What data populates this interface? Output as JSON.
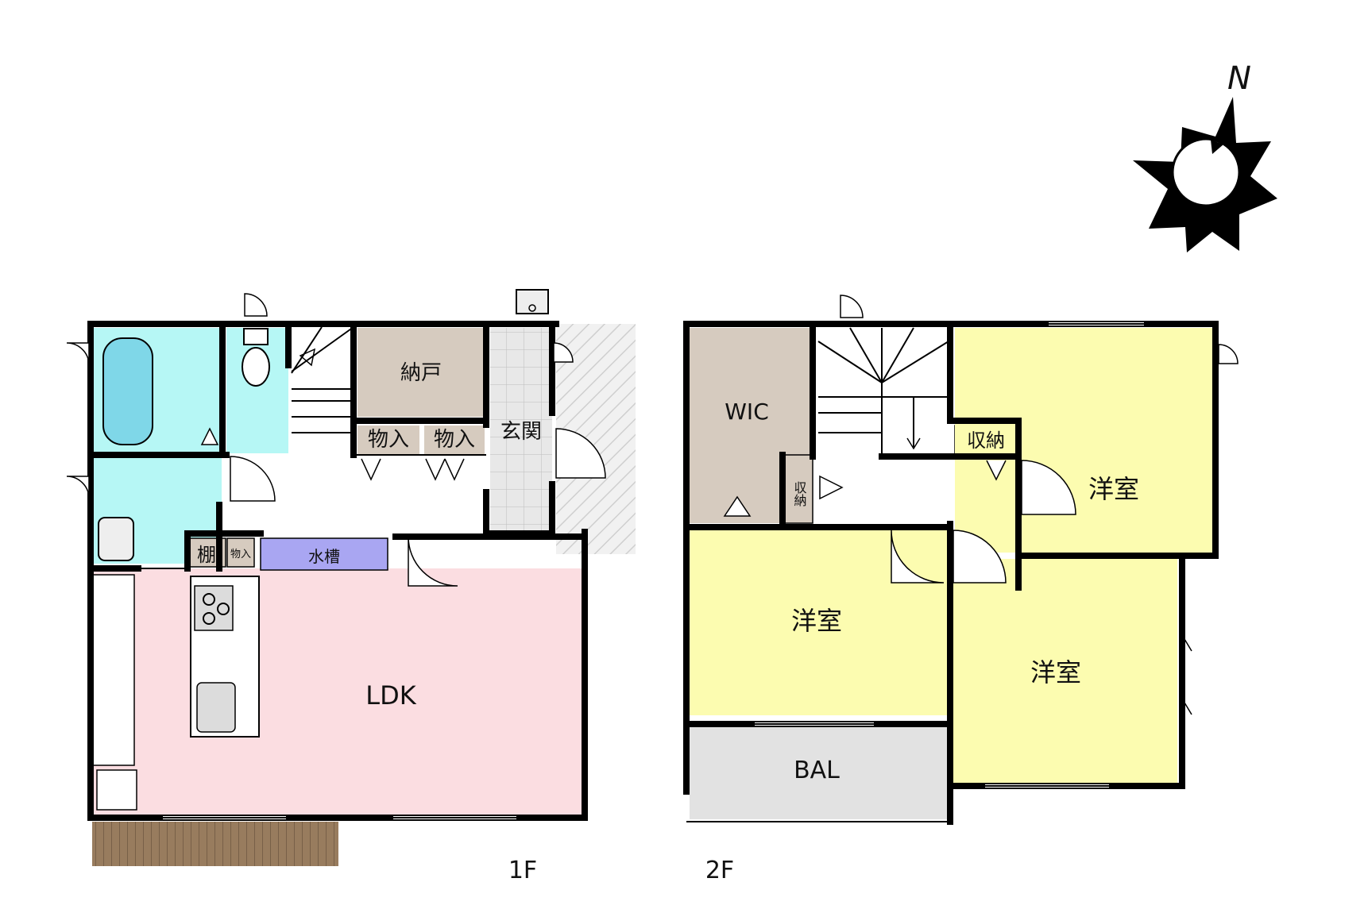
{
  "colors": {
    "bath": "#b6f7f5",
    "storage": "#d6cbbf",
    "ldk": "#fbdde1",
    "bedroom": "#fcfcb0",
    "balcony": "#e2e2e2",
    "genkan": "#e6e6e6",
    "tank": "#a9a6f2",
    "deck": "#987c5e",
    "wall": "#000000"
  },
  "compass": {
    "label": "N",
    "icon": "north-compass-sun-icon"
  },
  "floors": [
    {
      "label": "1F",
      "rooms": [
        {
          "key": "nando",
          "label": "納戸"
        },
        {
          "key": "mono1",
          "label": "物入"
        },
        {
          "key": "mono2",
          "label": "物入"
        },
        {
          "key": "genkan",
          "label": "玄関"
        },
        {
          "key": "tana",
          "label": "棚"
        },
        {
          "key": "mono3",
          "label": "物入"
        },
        {
          "key": "suiso",
          "label": "水槽"
        },
        {
          "key": "ldk",
          "label": "LDK"
        }
      ]
    },
    {
      "label": "2F",
      "rooms": [
        {
          "key": "wic",
          "label": "WIC"
        },
        {
          "key": "shuno1",
          "label": "収納"
        },
        {
          "key": "shuno2",
          "label": "収納"
        },
        {
          "key": "yoshitsu1",
          "label": "洋室"
        },
        {
          "key": "yoshitsu2",
          "label": "洋室"
        },
        {
          "key": "yoshitsu3",
          "label": "洋室"
        },
        {
          "key": "bal",
          "label": "BAL"
        }
      ]
    }
  ]
}
